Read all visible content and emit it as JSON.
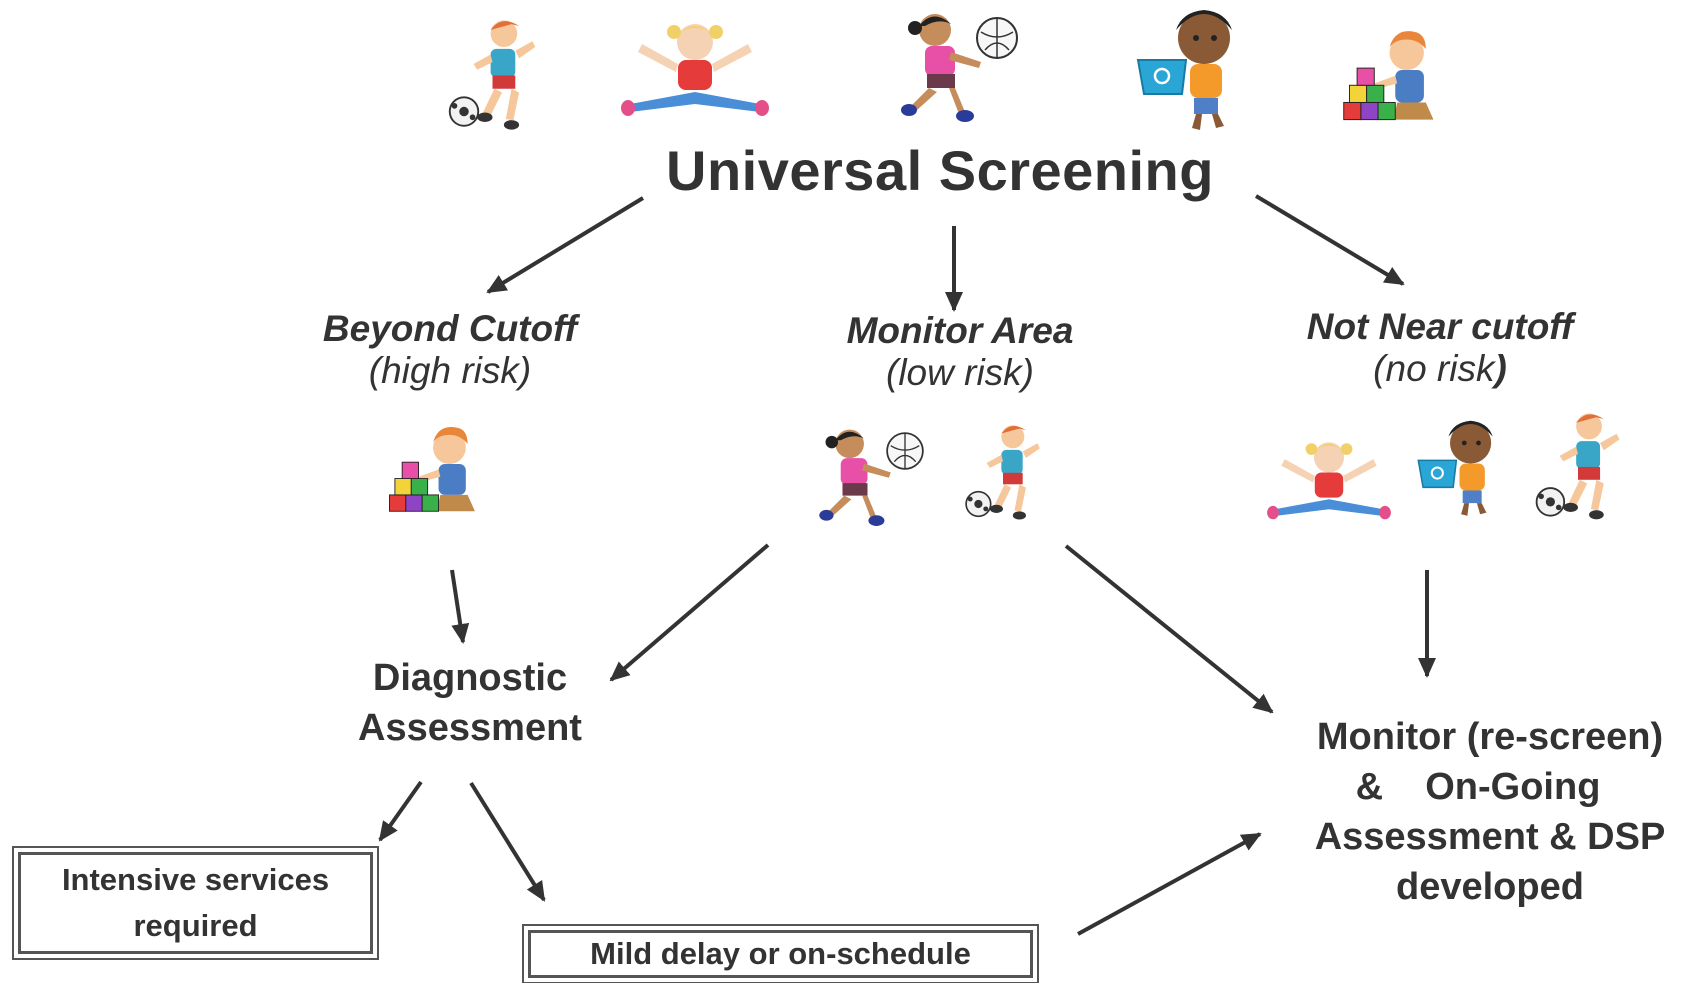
{
  "title": "Universal Screening",
  "categories": {
    "beyond": {
      "label": "Beyond Cutoff",
      "sub": "(high risk)"
    },
    "monitor": {
      "label": "Monitor Area",
      "sub": "(low risk)"
    },
    "notnear": {
      "label": "Not Near cutoff",
      "sub_open": "(no risk",
      "sub_close": ")"
    }
  },
  "nodes": {
    "diagnostic": {
      "line1": "Diagnostic",
      "line2": "Assessment"
    },
    "monitor_rescreen": {
      "line1": "Monitor (re-screen)",
      "line2": "&    On-Going",
      "line3": "Assessment & DSP",
      "line4": "developed"
    },
    "intensive": {
      "line1": "Intensive services",
      "line2": "required"
    },
    "mild": {
      "label": "Mild delay or on-schedule"
    }
  },
  "icons": {
    "soccer": "soccer-kid-icon",
    "split": "split-jump-girl-icon",
    "volleyball": "volleyball-girl-icon",
    "bin": "recycle-bin-boy-icon",
    "blocks": "building-blocks-boy-icon"
  },
  "colors": {
    "text": "#333333",
    "arrow": "#333333",
    "box_border": "#555555"
  }
}
